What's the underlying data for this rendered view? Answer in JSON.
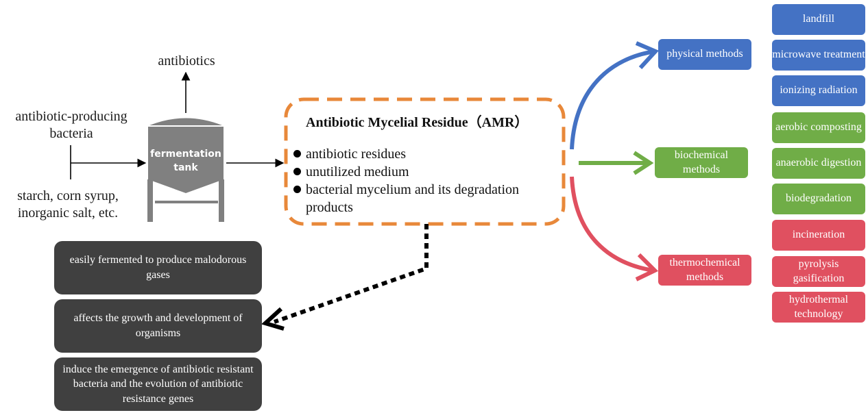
{
  "inputs": {
    "bacteria": "antibiotic-producing bacteria",
    "medium": "starch, corn syrup, inorganic salt, etc."
  },
  "output": "antibiotics",
  "tank": {
    "line1": "fermentation",
    "line2": "tank"
  },
  "amr": {
    "title": "Antibiotic Mycelial Residue（AMR）",
    "bullets": [
      "antibiotic residues",
      "unutilized medium",
      "bacterial mycelium and its degradation products"
    ]
  },
  "hazards": [
    "easily fermented to produce malodorous gases",
    "affects the growth and development of organisms",
    "induce the emergence of antibiotic resistant bacteria  and the evolution of antibiotic resistance genes"
  ],
  "categories": {
    "physical": "physical methods",
    "biochemical": "biochemical methods",
    "thermochemical": "thermochemical methods"
  },
  "treatments": {
    "physical": [
      "landfill",
      "microwave treatment",
      "ionizing radiation"
    ],
    "biochemical": [
      "aerobic composting",
      "anaerobic digestion",
      "biodegradation"
    ],
    "thermochemical": [
      "incineration",
      "pyrolysis gasification",
      "hydrothermal technology"
    ]
  },
  "colors": {
    "physical": "#4472C4",
    "biochemical": "#70AD47",
    "thermochemical": "#E05060",
    "tank": "#808080",
    "hazard_box": "#404040",
    "amr_border": "#E8883A"
  }
}
